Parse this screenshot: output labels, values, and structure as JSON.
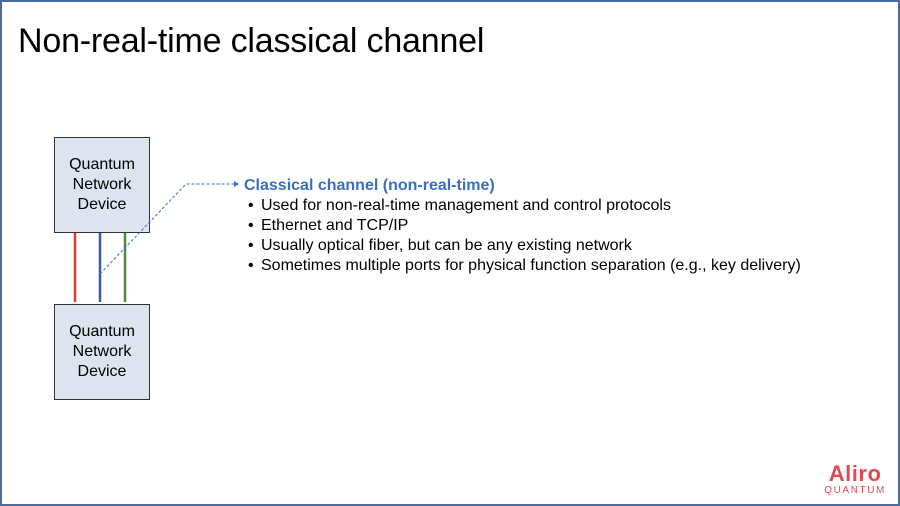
{
  "slide": {
    "title": "Non-real-time classical channel"
  },
  "devices": {
    "top": {
      "lines": [
        "Quantum",
        "Network",
        "Device"
      ]
    },
    "bottom": {
      "lines": [
        "Quantum",
        "Network",
        "Device"
      ]
    }
  },
  "channels": {
    "colors": {
      "red": "#e03c31",
      "blue": "#3a5ca8",
      "green": "#4e8a3a"
    },
    "callout_color": "#3a6fc4"
  },
  "callout": {
    "heading": "Classical channel (non-real-time)",
    "bullets": [
      "Used for non-real-time management and control protocols",
      "Ethernet and TCP/IP",
      "Usually optical fiber, but can be any existing network",
      "Sometimes multiple ports for physical function separation (e.g., key delivery)"
    ]
  },
  "logo": {
    "name": "Aliro",
    "tagline": "QUANTUM",
    "color": "#e04a55"
  }
}
